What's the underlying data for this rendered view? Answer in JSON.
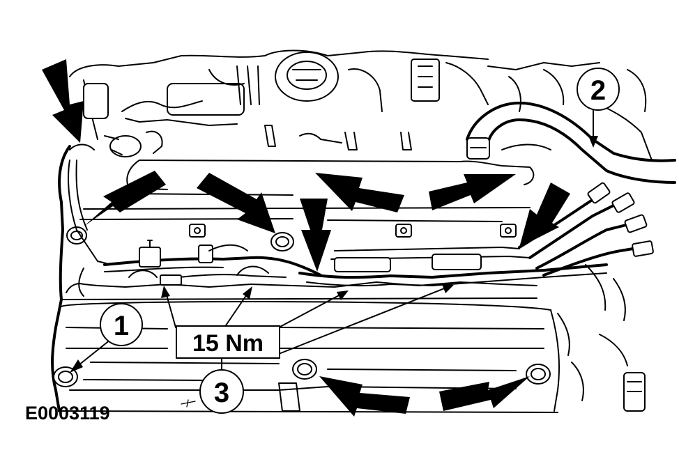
{
  "figure": {
    "id_label": "E0003119",
    "callouts": [
      {
        "number": "1"
      },
      {
        "number": "2"
      },
      {
        "number": "3"
      }
    ],
    "torque": {
      "label": "15 Nm"
    }
  },
  "colors": {
    "ink": "#000000",
    "paper": "#ffffff"
  }
}
